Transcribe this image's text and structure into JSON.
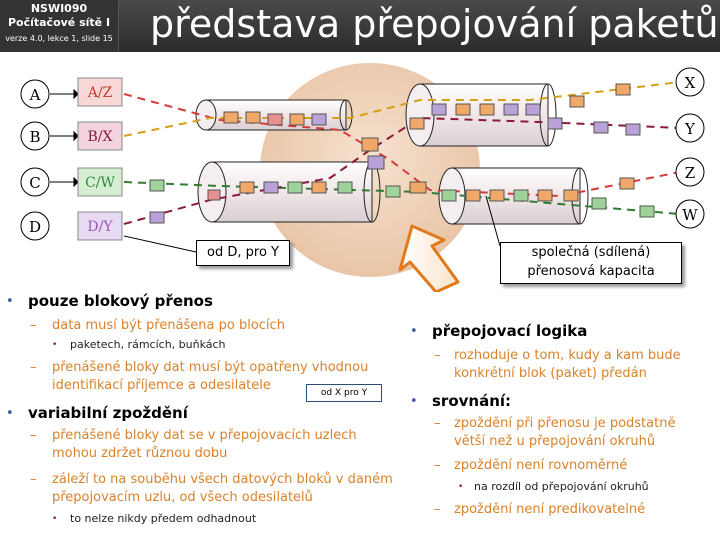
{
  "header": {
    "course_code": "NSWI090",
    "course_name": "Počítačové sítě I",
    "version": "verze 4.0, lekce 1, slide 15",
    "title": "představa přepojování paketů"
  },
  "diagram": {
    "sources": [
      "A",
      "B",
      "C",
      "D"
    ],
    "source_labels": [
      "A/Z",
      "B/X",
      "C/W",
      "D/Y"
    ],
    "source_colors": [
      "#c0392b",
      "#8b1a3a",
      "#2e8b3a",
      "#9b59b6"
    ],
    "destinations": [
      "X",
      "Y",
      "Z",
      "W"
    ],
    "callout_dy": "od D, pro Y",
    "callout_capacity_line1": "společná (sdílená)",
    "callout_capacity_line2": "přenosová kapacita",
    "small_callout": "od X pro Y"
  },
  "left_list": {
    "item1": "pouze blokový přenos",
    "item1_sub1": "data musí být přenášena po blocích",
    "item1_sub1_sub": "paketech, rámcích, buňkách",
    "item1_sub2_line1": "přenášené bloky dat musí být opatřeny vhodnou",
    "item1_sub2_line2": "identifikací příjemce a odesilatele",
    "item2": "variabilní zpoždění",
    "item2_sub1_line1": "přenášené bloky dat se v přepojovacích uzlech",
    "item2_sub1_line2": "mohou zdržet různou dobu",
    "item2_sub2_line1": "záleží to na souběhu všech datových bloků v daném",
    "item2_sub2_line2": "přepojovacím uzlu, od všech odesilatelů",
    "item2_sub2_sub": "to nelze nikdy předem odhadnout"
  },
  "right_list": {
    "item1": "přepojovací logika",
    "item1_sub1_line1": "rozhoduje o tom, kudy a kam bude",
    "item1_sub1_line2": "konkrétní blok (paket) předán",
    "item2": "srovnání:",
    "item2_sub1_line1": "zpoždění  při přenosu je podstatně",
    "item2_sub1_line2": "větší než u přepojování okruhů",
    "item2_sub2": "zpoždění není rovnoměrné",
    "item2_sub2_sub": "na rozdíl od přepojování okruhů",
    "item2_sub3": "zpoždění není predikovatelné"
  }
}
